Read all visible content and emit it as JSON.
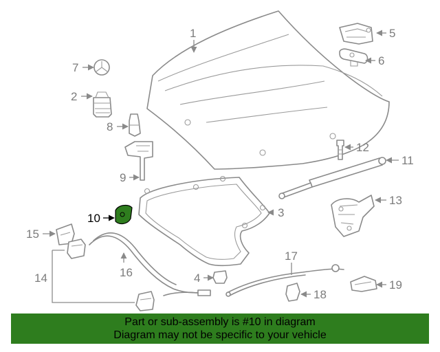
{
  "banner": {
    "color": "#2e7d1e",
    "line1": "Part or sub-assembly is #10 in diagram",
    "line2": "Diagram may not be specific to your vehicle"
  },
  "highlight_color": "#2e7d1e",
  "callouts": {
    "c1": "1",
    "c2": "2",
    "c3": "3",
    "c4": "4",
    "c5": "5",
    "c6": "6",
    "c7": "7",
    "c8": "8",
    "c9": "9",
    "c10": "10",
    "c11": "11",
    "c12": "12",
    "c13": "13",
    "c14": "14",
    "c15": "15",
    "c16": "16",
    "c17": "17",
    "c18": "18",
    "c19": "19"
  }
}
